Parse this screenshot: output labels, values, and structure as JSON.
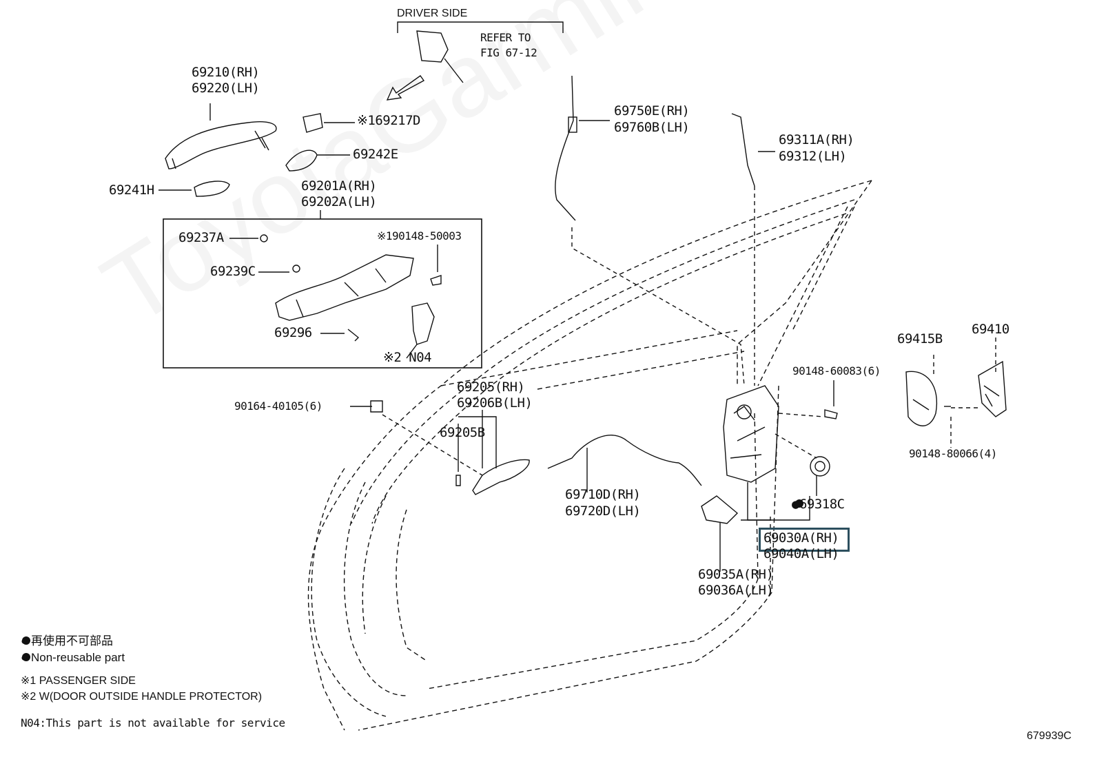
{
  "watermark": "ToyotaGarmire.ru",
  "driver_side": {
    "title": "DRIVER SIDE",
    "refer_line1": "REFER TO",
    "refer_line2": "FIG 67-12"
  },
  "parts": {
    "handle_rh": "69210(RH)",
    "handle_lh": "69220(LH)",
    "p69217d": "※169217D",
    "p69242e": "69242E",
    "p69241h": "69241H",
    "frame_rh": "69201A(RH)",
    "frame_lh": "69202A(LH)",
    "p69237a": "69237A",
    "p90148_50003": "※190148-50003",
    "p69239c": "69239C",
    "p69296": "69296",
    "n04": "※2 N04",
    "cable_rh": "69750E(RH)",
    "cable_lh": "69760B(LH)",
    "rod_rh": "69311A(RH)",
    "rod_lh": "69312(LH)",
    "p69415b": "69415B",
    "p69410": "69410",
    "p90148_60083": "90148-60083(6)",
    "p90148_80066": "90148-80066(4)",
    "p90164_40105": "90164-40105(6)",
    "inner_handle_rh": "69205(RH)",
    "inner_handle_lh": "69206B(LH)",
    "p69205b": "69205B",
    "inner_cable_rh": "69710D(RH)",
    "inner_cable_lh": "69720D(LH)",
    "p69318c": "●69318C",
    "lock_rh": "69030A(RH)",
    "lock_lh": "69040A(LH)",
    "lock_cover_rh": "69035A(RH)",
    "lock_cover_lh": "69036A(LH)"
  },
  "notes": {
    "nonreusable_jp": "● 再使用不可部品",
    "nonreusable_en": "● Non-reusable part",
    "note1": "※1 PASSENGER SIDE",
    "note2": "※2 W(DOOR OUTSIDE HANDLE PROTECTOR)",
    "note3": "N04:This part is not available for service"
  },
  "figure_id": "679939C"
}
